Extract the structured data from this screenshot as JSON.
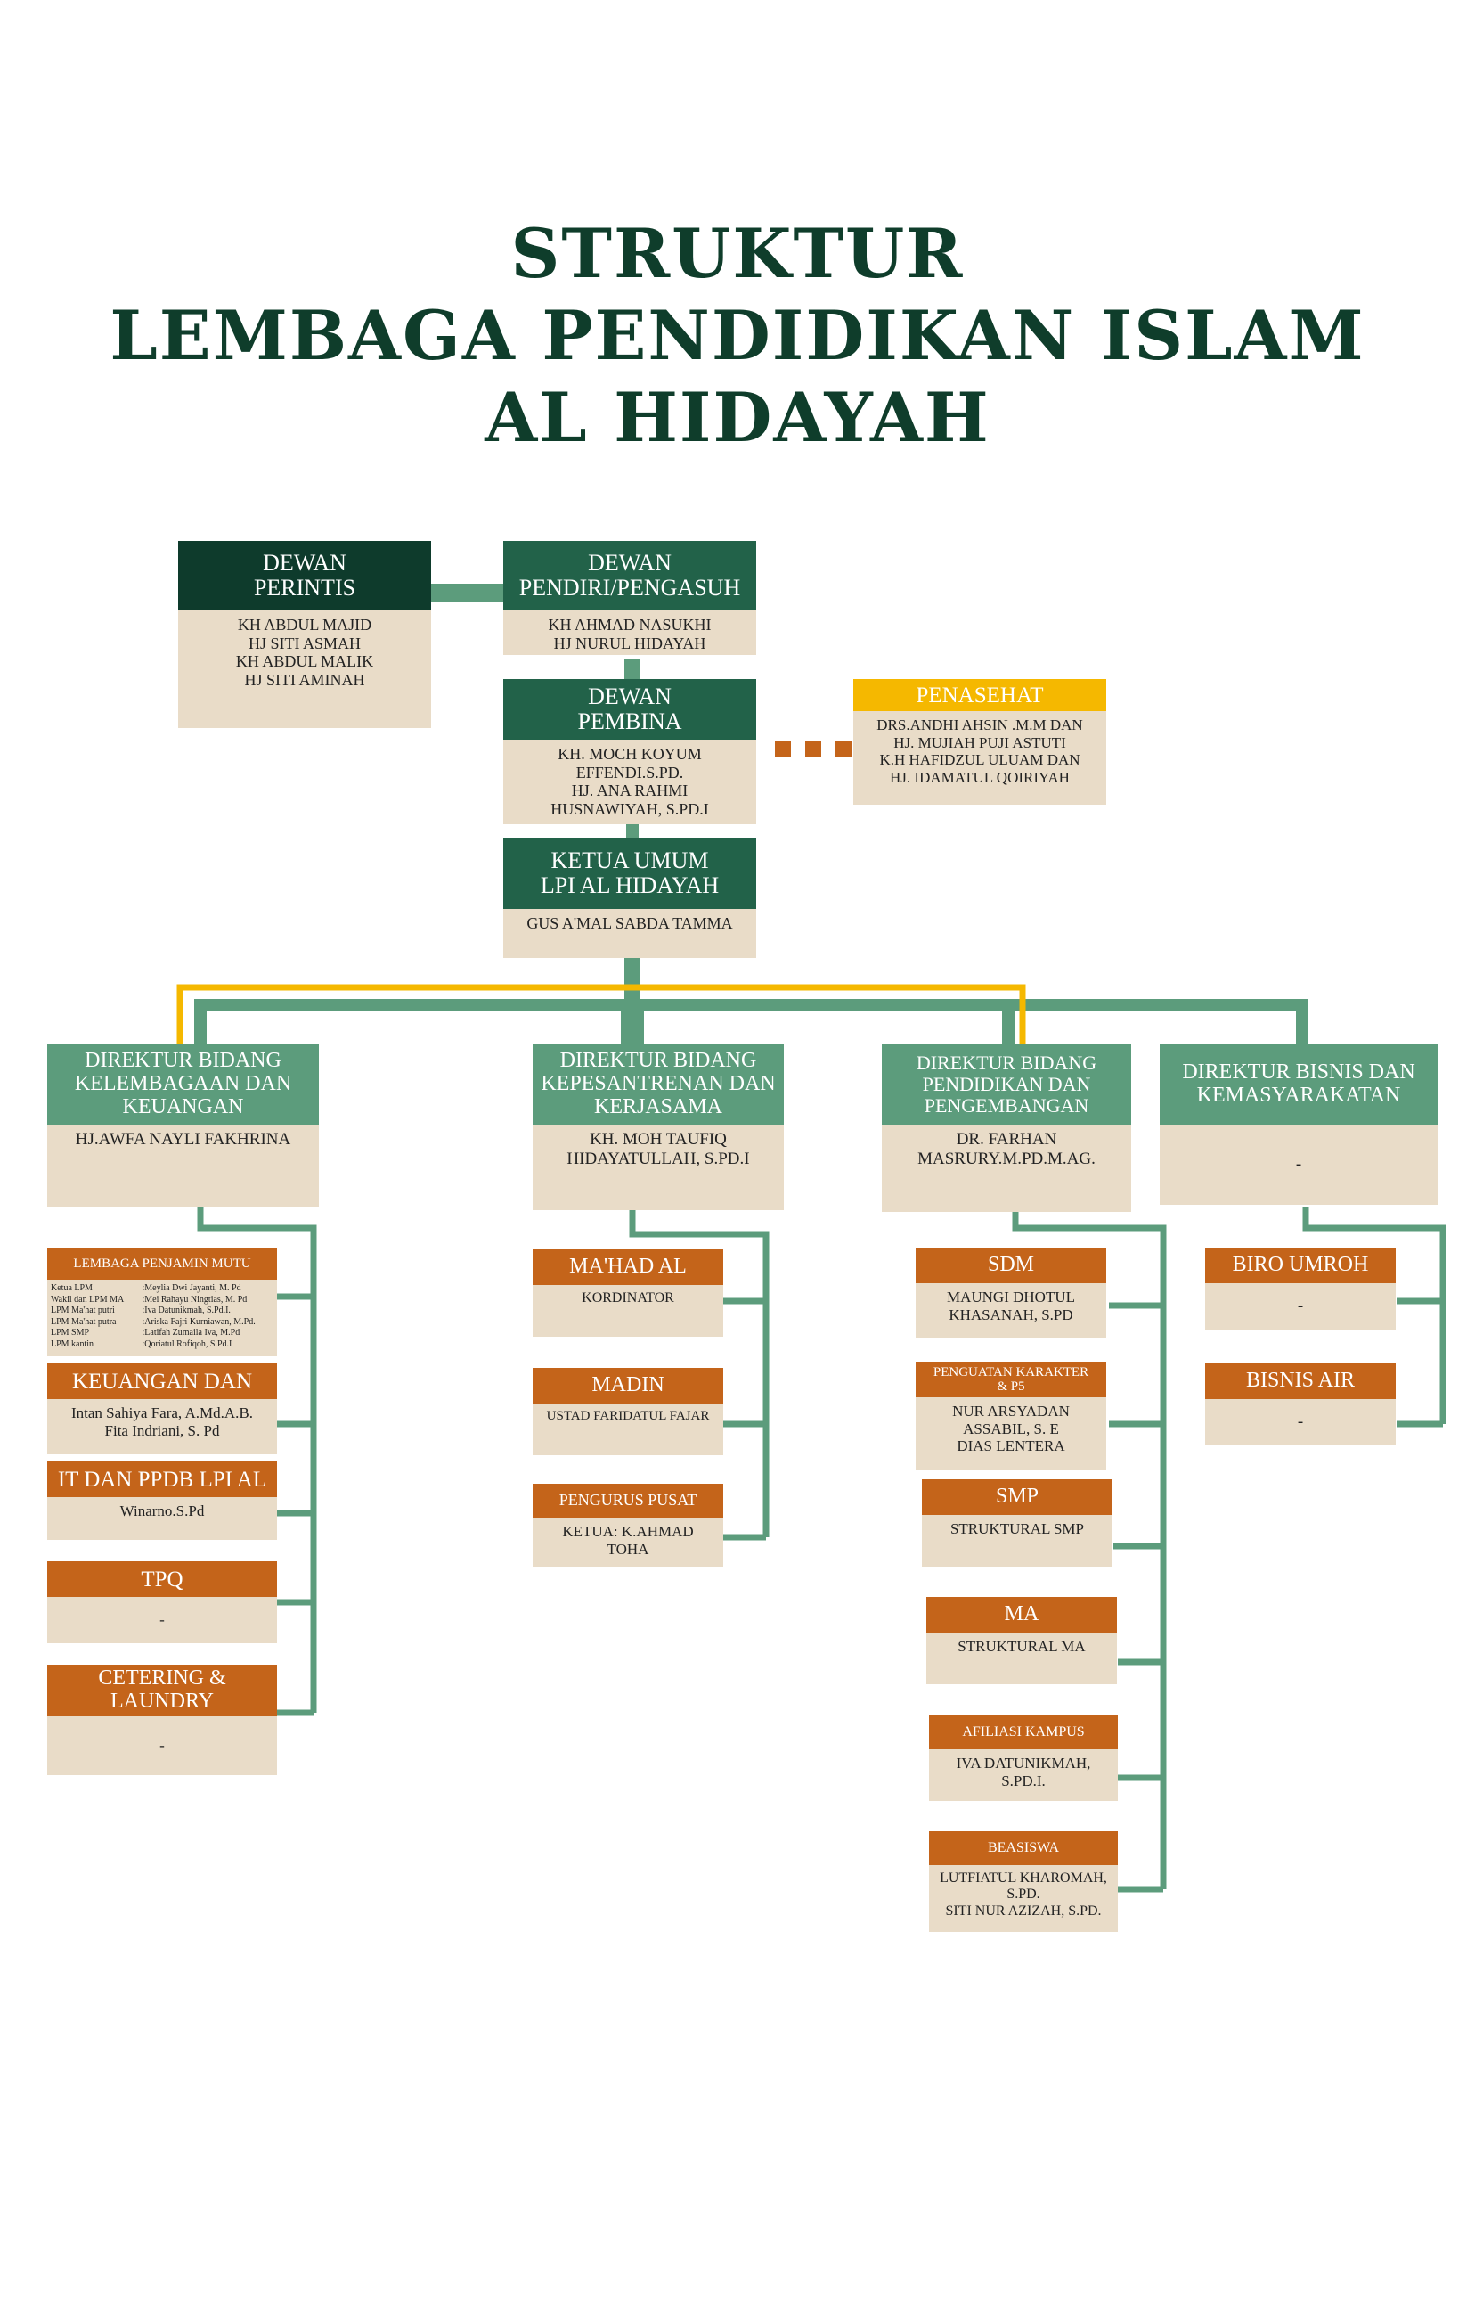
{
  "title": {
    "line1": "STRUKTUR",
    "line2": "LEMBAGA PENDIDIKAN ISLAM",
    "line3": "AL HIDAYAH"
  },
  "colors": {
    "dark_green": "#0e3b2c",
    "mid_green": "#226249",
    "light_green": "#5c9c7c",
    "orange": "#c4641a",
    "yellow": "#f5b800",
    "beige": "#e9dcc8"
  },
  "top": {
    "perintis": {
      "title_lines": [
        "DEWAN",
        "PERINTIS"
      ],
      "names": [
        "KH ABDUL MAJID",
        "HJ SITI ASMAH",
        "KH ABDUL MALIK",
        "HJ SITI AMINAH"
      ]
    },
    "pendiri": {
      "title_lines": [
        "DEWAN",
        "PENDIRI/PENGASUH"
      ],
      "names": [
        "KH AHMAD NASUKHI",
        "HJ NURUL HIDAYAH"
      ]
    },
    "pembina": {
      "title_lines": [
        "DEWAN",
        "PEMBINA"
      ],
      "names": [
        "KH. MOCH KOYUM",
        "EFFENDI.S.PD.",
        "HJ. ANA RAHMI",
        "HUSNAWIYAH, S.PD.I"
      ]
    },
    "penasehat": {
      "title_lines": [
        "PENASEHAT"
      ],
      "names": [
        "DRS.ANDHI AHSIN .M.M  DAN",
        "HJ. MUJIAH PUJI ASTUTI",
        "K.H HAFIDZUL ULUAM DAN",
        "HJ. IDAMATUL QOIRIYAH"
      ]
    },
    "ketua": {
      "title_lines": [
        "KETUA UMUM",
        "LPI AL HIDAYAH"
      ],
      "names": [
        "GUS A'MAL SABDA TAMMA"
      ]
    }
  },
  "directors": [
    {
      "title_lines": [
        "DIREKTUR BIDANG",
        "KELEMBAGAAN DAN",
        "KEUANGAN"
      ],
      "names": [
        "HJ.AWFA NAYLI FAKHRINA"
      ]
    },
    {
      "title_lines": [
        "DIREKTUR BIDANG",
        "KEPESANTRENAN DAN",
        "KERJASAMA"
      ],
      "names": [
        "KH. MOH TAUFIQ",
        "HIDAYATULLAH, S.PD.I"
      ]
    },
    {
      "title_lines": [
        "DIREKTUR BIDANG",
        "PENDIDIKAN DAN",
        "PENGEMBANGAN"
      ],
      "names": [
        "DR. FARHAN",
        "MASRURY.M.PD.M.AG."
      ]
    },
    {
      "title_lines": [
        "DIREKTUR BISNIS DAN",
        "KEMASYARAKATAN"
      ],
      "names": [
        "-"
      ]
    }
  ],
  "lpm": {
    "title": "LEMBAGA PENJAMIN MUTU",
    "rows": [
      {
        "role": "Ketua LPM",
        "name": ":Meylia Dwi Jayanti, M. Pd"
      },
      {
        "role": "Wakil dan  LPM MA",
        "name": ":Mei Rahayu Ningtias, M. Pd"
      },
      {
        "role": "LPM Ma'hat putri",
        "name": ":Iva Datunikmah, S.Pd.I."
      },
      {
        "role": "LPM Ma'hat putra",
        "name": ":Ariska Fajri Kurniawan, M.Pd."
      },
      {
        "role": "LPM SMP",
        "name": ":Latifah Zumaila Iva, M.Pd"
      },
      {
        "role": "LPM kantin",
        "name": ":Qoriatul Rofiqoh, S.Pd.I"
      }
    ]
  },
  "col1_units": [
    {
      "title_lines": [
        "KEUANGAN  DAN"
      ],
      "names": [
        "Intan Sahiya Fara, A.Md.A.B.",
        "Fita Indriani, S. Pd"
      ]
    },
    {
      "title_lines": [
        "IT DAN PPDB LPI AL"
      ],
      "names": [
        "Winarno.S.Pd"
      ]
    },
    {
      "title_lines": [
        "TPQ"
      ],
      "names": [
        "-"
      ]
    },
    {
      "title_lines": [
        "CETERING &",
        "LAUNDRY"
      ],
      "names": [
        "-"
      ]
    }
  ],
  "col2_units": [
    {
      "title_lines": [
        "MA'HAD AL"
      ],
      "names": [
        "KORDINATOR"
      ]
    },
    {
      "title_lines": [
        "MADIN"
      ],
      "names": [
        "USTAD FARIDATUL FAJAR"
      ]
    },
    {
      "title_lines": [
        "PENGURUS PUSAT"
      ],
      "names": [
        "KETUA: K.AHMAD",
        "TOHA"
      ]
    }
  ],
  "col3_units": [
    {
      "title_lines": [
        "SDM"
      ],
      "names": [
        "MAUNGI DHOTUL",
        "KHASANAH, S.PD"
      ]
    },
    {
      "title_lines": [
        "PENGUATAN KARAKTER",
        "& P5"
      ],
      "names": [
        "NUR ARSYADAN",
        "ASSABIL, S. E",
        "DIAS LENTERA"
      ]
    },
    {
      "title_lines": [
        "SMP"
      ],
      "names": [
        "STRUKTURAL SMP"
      ]
    },
    {
      "title_lines": [
        "MA"
      ],
      "names": [
        "STRUKTURAL MA"
      ]
    },
    {
      "title_lines": [
        "AFILIASI KAMPUS"
      ],
      "names": [
        "IVA DATUNIKMAH,",
        "S.PD.I."
      ]
    },
    {
      "title_lines": [
        "BEASISWA"
      ],
      "names": [
        "LUTFIATUL KHAROMAH,",
        "S.PD.",
        "SITI NUR AZIZAH, S.PD."
      ]
    }
  ],
  "col4_units": [
    {
      "title_lines": [
        "BIRO UMROH"
      ],
      "names": [
        "-"
      ]
    },
    {
      "title_lines": [
        "BISNIS AIR"
      ],
      "names": [
        "-"
      ]
    }
  ]
}
